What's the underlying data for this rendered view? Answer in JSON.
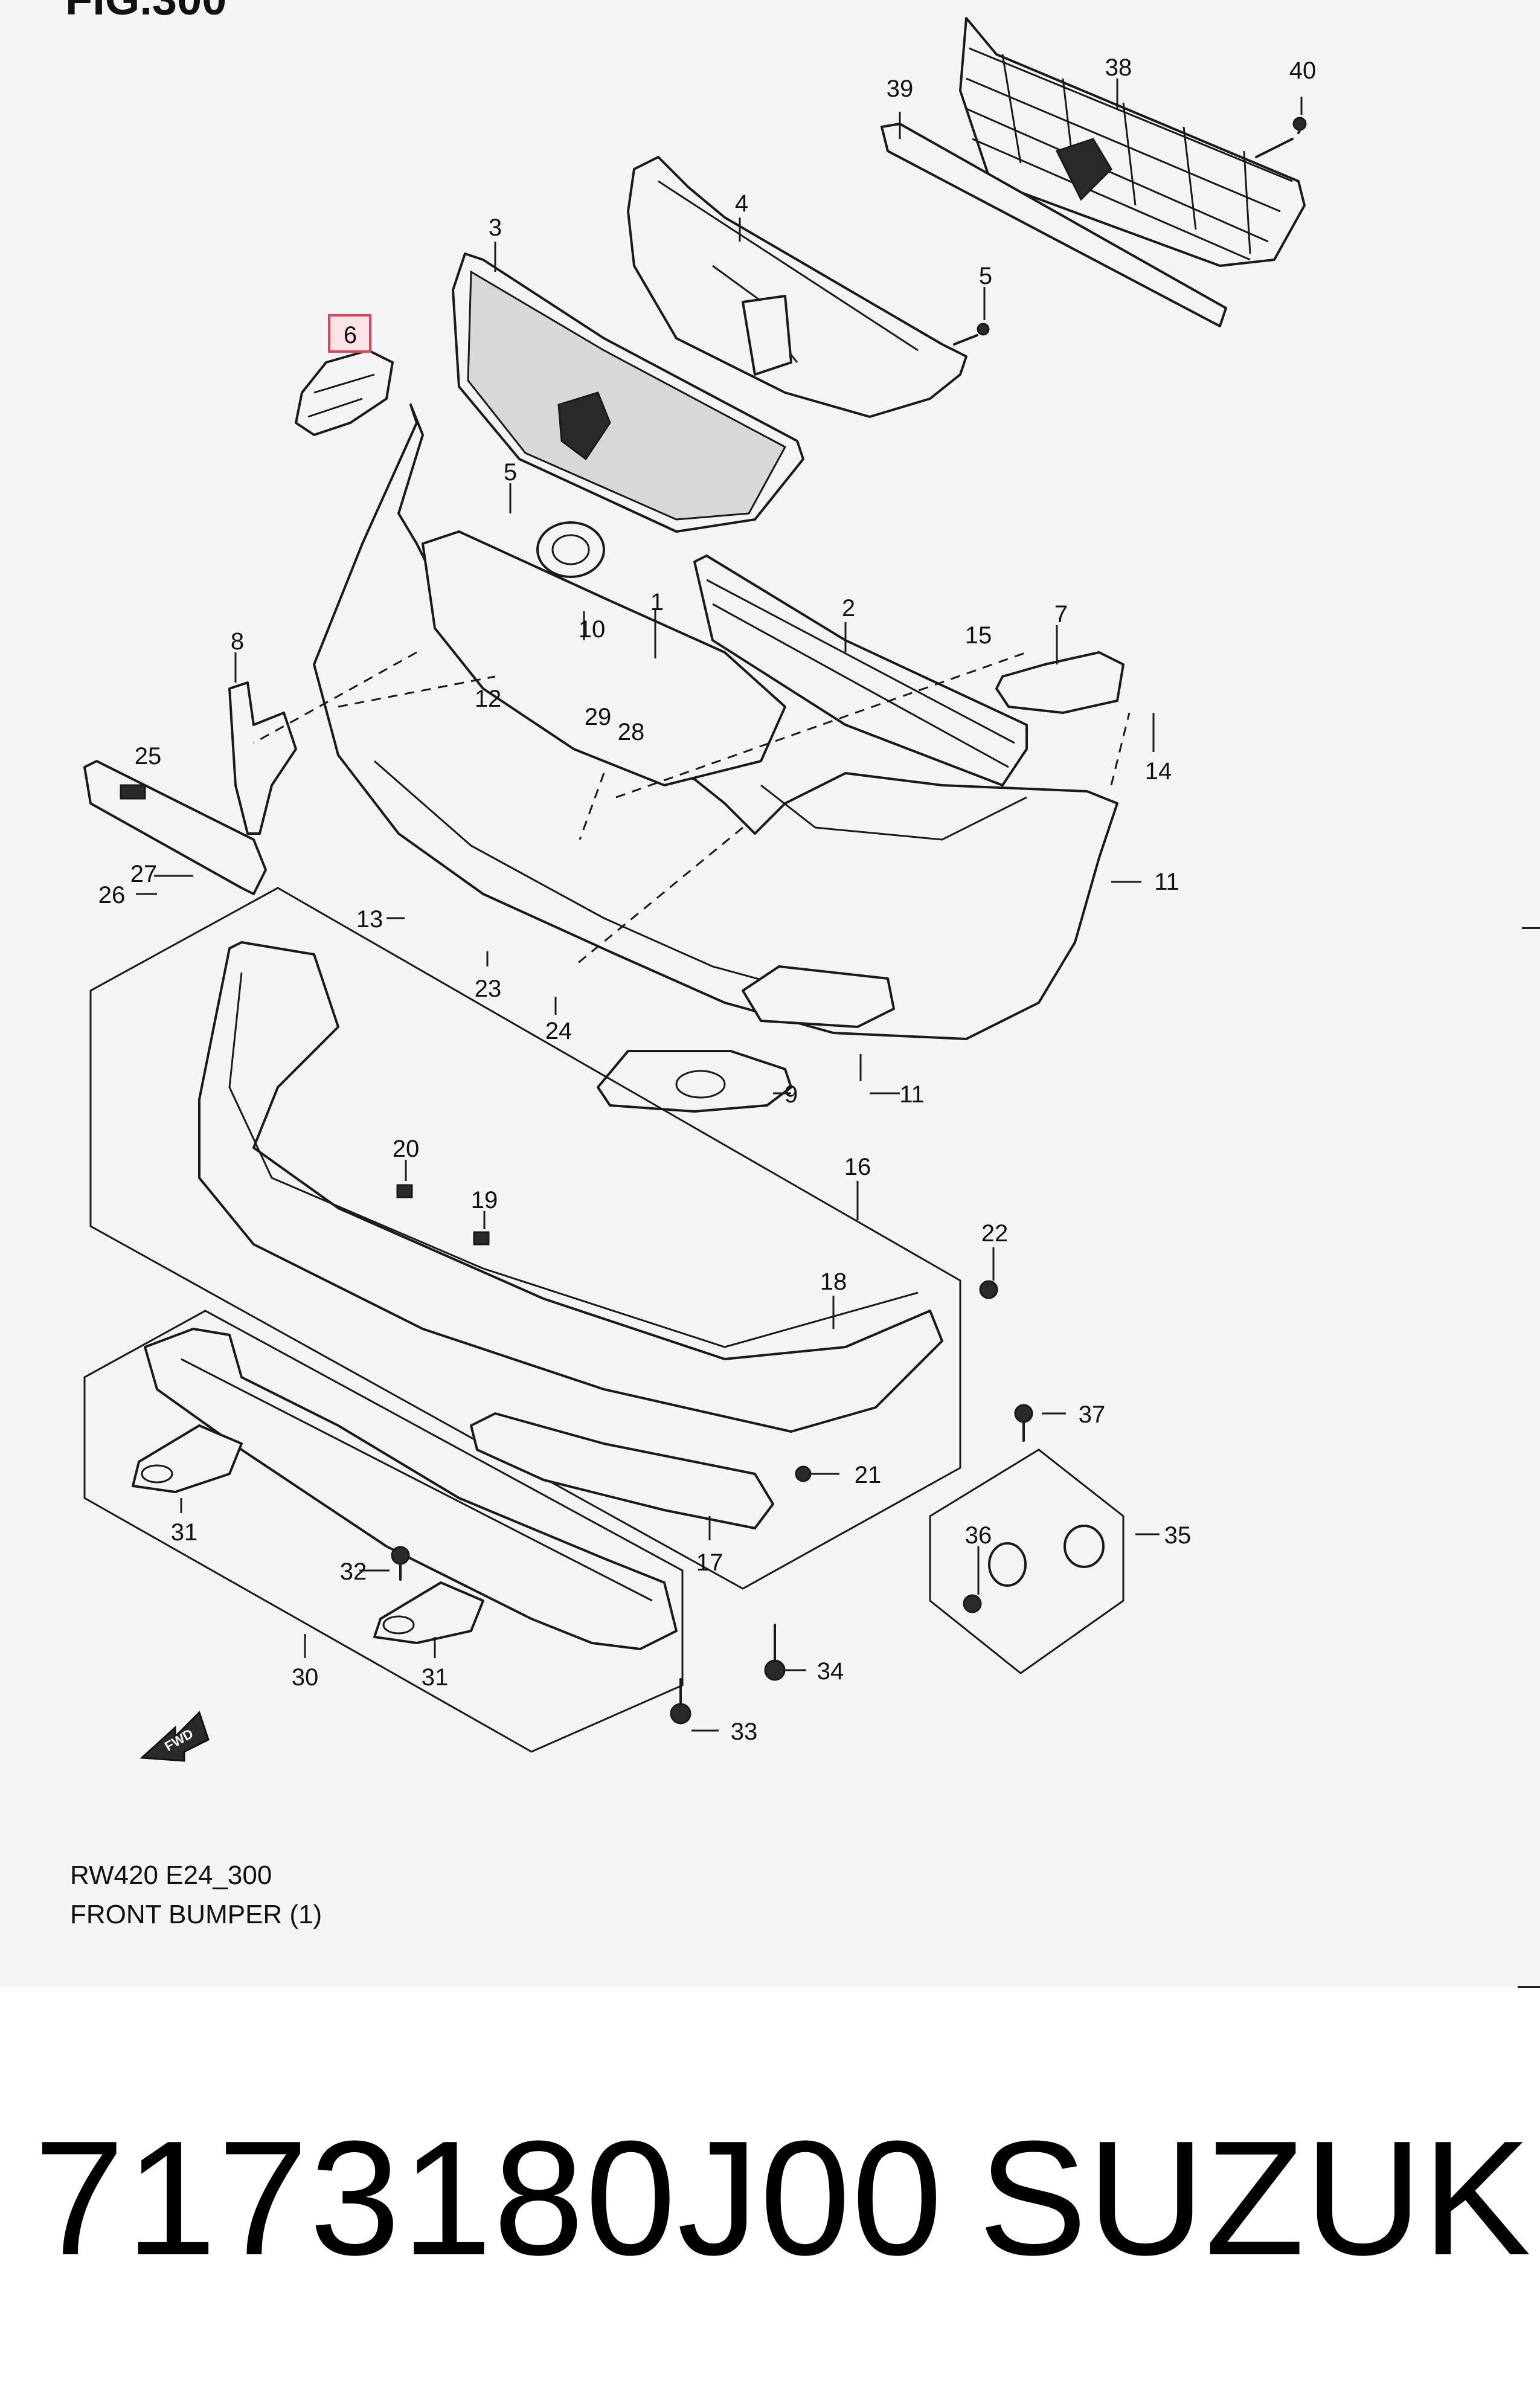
{
  "figure_label": "FIG.300",
  "diagram_code": "RW420 E24_300",
  "diagram_title": "FRONT BUMPER (1)",
  "part_number": "7173180J00",
  "brand": "SUZUKI",
  "fwd_label": "FWD",
  "highlight_color": "#d9475a",
  "callouts": {
    "p1": "1",
    "p2": "2",
    "p3": "3",
    "p4": "4",
    "p5a": "5",
    "p5b": "5",
    "p6": "6",
    "p7": "7",
    "p8": "8",
    "p9": "9",
    "p10": "10",
    "p11a": "11",
    "p11b": "11",
    "p12": "12",
    "p13": "13",
    "p14": "14",
    "p15": "15",
    "p16": "16",
    "p17": "17",
    "p18": "18",
    "p19": "19",
    "p20": "20",
    "p21": "21",
    "p22": "22",
    "p23": "23",
    "p24": "24",
    "p25": "25",
    "p26": "26",
    "p27": "27",
    "p28": "28",
    "p29": "29",
    "p30": "30",
    "p31a": "31",
    "p31b": "31",
    "p32": "32",
    "p33": "33",
    "p34": "34",
    "p35": "35",
    "p36": "36",
    "p37": "37",
    "p38": "38",
    "p39": "39",
    "p40": "40"
  }
}
